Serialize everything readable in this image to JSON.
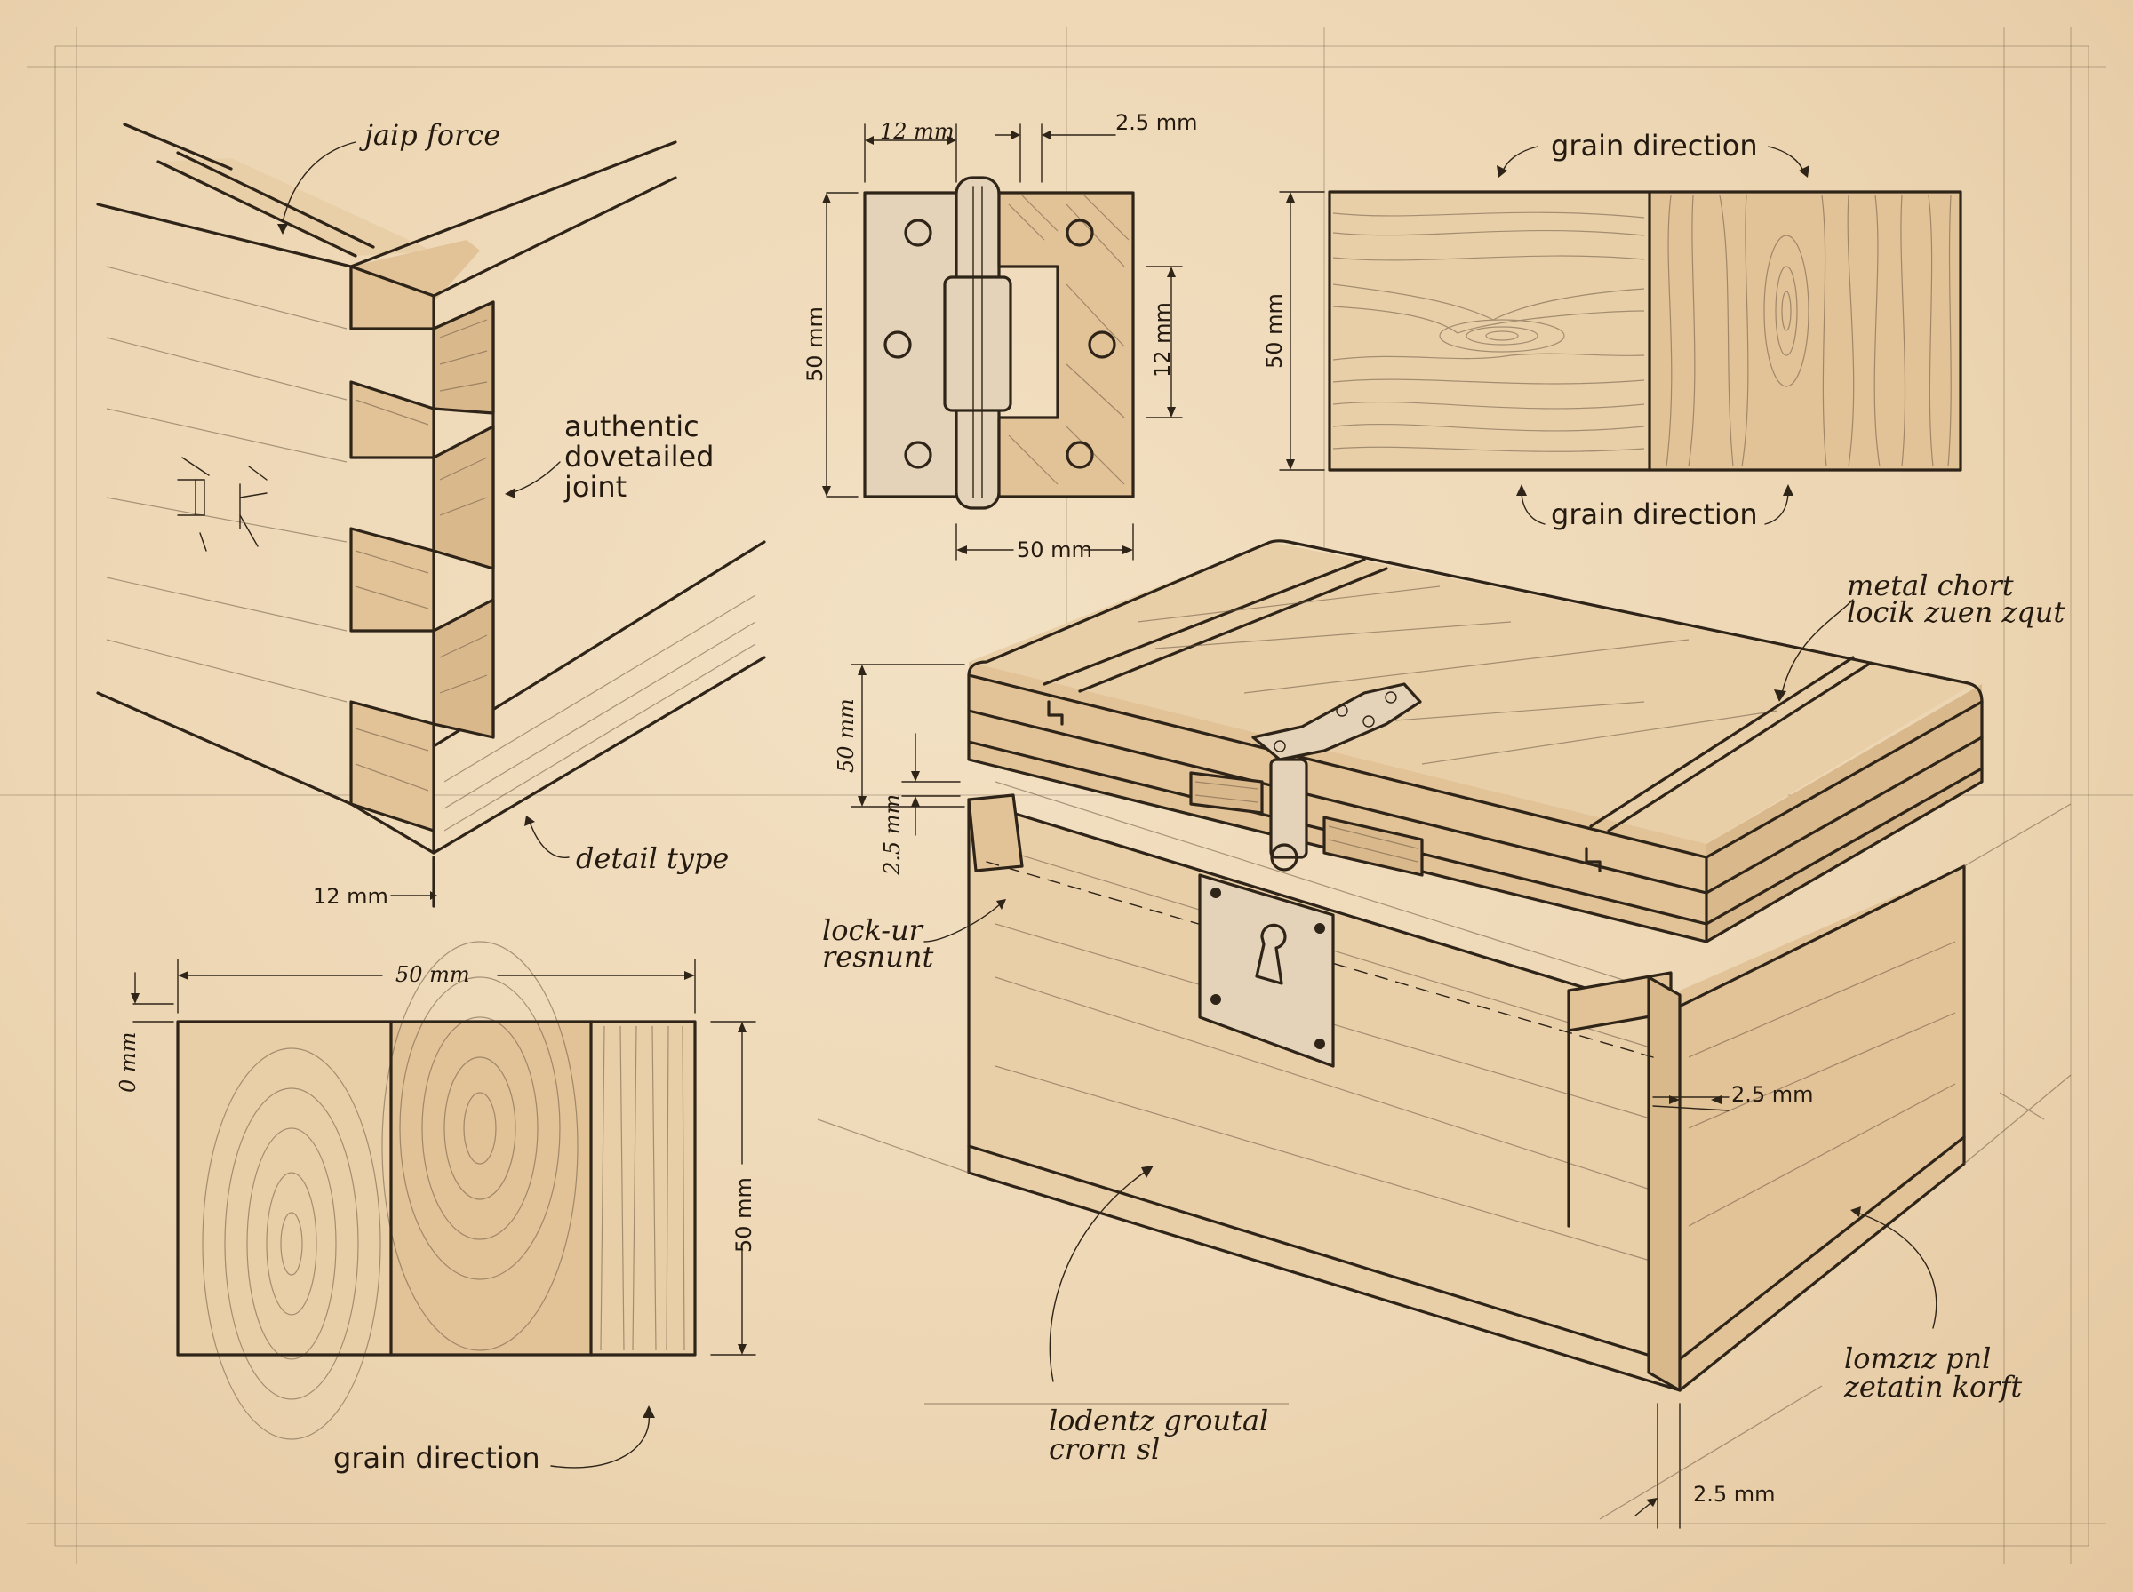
{
  "dovetail_detail": {
    "label_force": "jaip force",
    "label_joint_line1": "authentic",
    "label_joint_line2": "dovetailed",
    "label_joint_line3": "joint",
    "label_detail_type": "detail type",
    "dim_width": "12 mm"
  },
  "hinge_detail": {
    "dim_leaf": "12 mm",
    "dim_gap": "2.5 mm",
    "dim_height": "50 mm",
    "dim_knuckle": "12 mm",
    "dim_width": "50 mm"
  },
  "grain_block": {
    "label_top": "grain direction",
    "label_bottom": "grain direction",
    "dim_height": "50 mm"
  },
  "panel_detail": {
    "dim_width": "50 mm",
    "dim_offset": "0 mm",
    "dim_height": "50 mm",
    "label_grain": "grain direction"
  },
  "chest_assembly": {
    "label_lock_line1": "metal chort",
    "label_lock_line2": "locik zuen zqut",
    "label_lockur_line1": "lock-ur",
    "label_lockur_line2": "resnunt",
    "label_bottom_line1": "lodentz groutal",
    "label_bottom_line2": "crorn sl",
    "label_right_line1": "lomzız pnl",
    "label_right_line2": "zetatin korft",
    "dim_lid": "50 mm",
    "dim_gap": "2.5 mm",
    "dim_side": "2.5 mm",
    "dim_base": "2.5 mm"
  },
  "colors": {
    "paper": "#efd9b8",
    "ink": "#2f2418",
    "wood": "#e9cfa8"
  }
}
